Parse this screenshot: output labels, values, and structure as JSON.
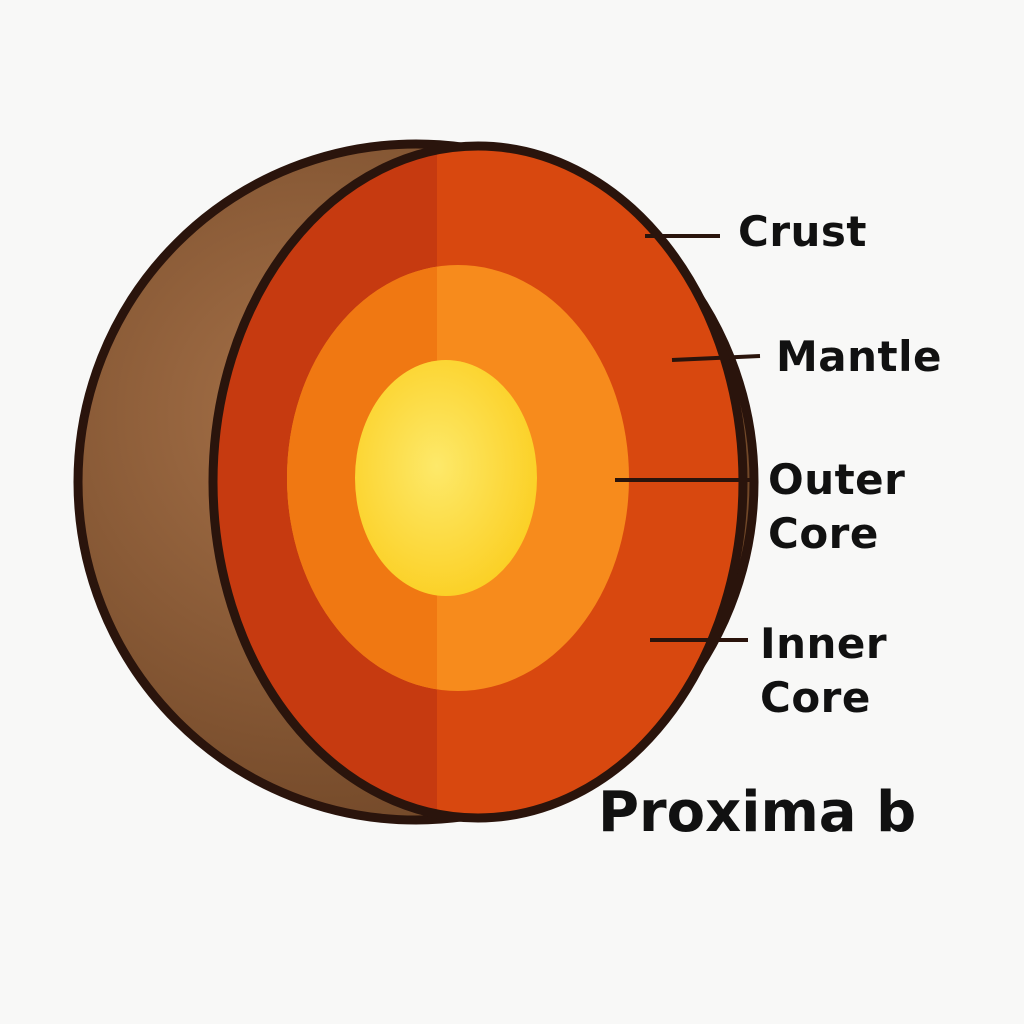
{
  "title": "Proxima b",
  "labels": {
    "crust": "Crust",
    "mantle": "Mantle",
    "outer_core": [
      "Outer",
      "Core"
    ],
    "inner_core": [
      "Inner",
      "Core"
    ]
  },
  "colors": {
    "crust_surface": "#8a5a34",
    "mantle_left": "#c63a10",
    "mantle_right": "#d8480f",
    "outer_core_left": "#f07812",
    "outer_core_right": "#f78b1c",
    "inner_core": "#fcd92e",
    "outline": "#2a140c"
  }
}
